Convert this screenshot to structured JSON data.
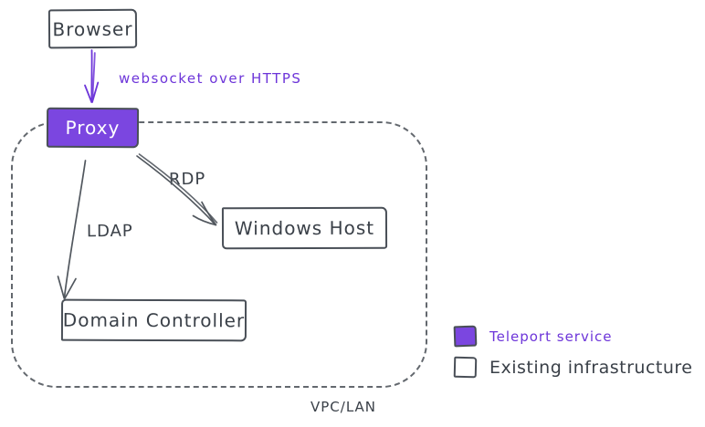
{
  "nodes": {
    "browser": {
      "label": "Browser",
      "type": "existing"
    },
    "proxy": {
      "label": "Proxy",
      "type": "teleport"
    },
    "windows_host": {
      "label": "Windows Host",
      "type": "existing"
    },
    "domain_controller": {
      "label": "Domain Controller",
      "type": "existing"
    }
  },
  "edges": {
    "websocket": {
      "label": "websocket over HTTPS",
      "from": "browser",
      "to": "proxy"
    },
    "rdp": {
      "label": "RDP",
      "from": "proxy",
      "to": "windows_host"
    },
    "ldap": {
      "label": "LDAP",
      "from": "proxy",
      "to": "domain_controller"
    }
  },
  "boundary": {
    "label": "VPC/LAN"
  },
  "legend": {
    "items": [
      {
        "label": "Teleport service",
        "swatch_color": "#7b46e0"
      },
      {
        "label": "Existing infrastructure",
        "swatch_color": "#ffffff"
      }
    ]
  },
  "colors": {
    "teleport_purple": "#7b46e0",
    "accent_text": "#6d35d9",
    "stroke_dark": "#494f57",
    "label_text": "#3a4048",
    "boundary_gray": "#63686e",
    "bg": "#ffffff"
  }
}
